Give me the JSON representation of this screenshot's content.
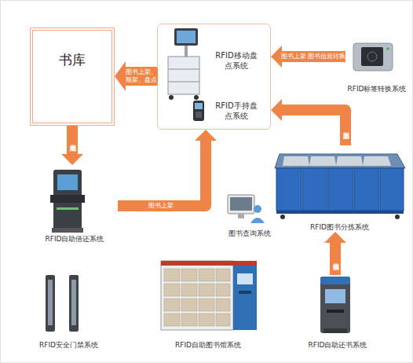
{
  "diagram": {
    "nodes": [
      {
        "text": [
          "书库"
        ]
      },
      {
        "text": []
      },
      {
        "text": [
          "RFID移动盘点系统"
        ],
        "in": 1
      },
      {
        "text": [
          "RFID手持盘点系统"
        ],
        "in": 1
      },
      {
        "text": [
          "RFID标签转换系统"
        ]
      },
      {
        "text": [
          "RFID自助借还系统"
        ]
      },
      {
        "text": [
          "图书查询系统"
        ]
      },
      {
        "text": [
          "RFID图书分拣系统"
        ]
      },
      {
        "text": [
          "RFID安全门禁系统"
        ]
      },
      {
        "text": [
          "RFID自助图书馆系统"
        ]
      },
      {
        "text": [
          "RFID自助还书系统"
        ]
      }
    ],
    "edges": [
      {
        "from": 1,
        "to": 0,
        "label": "图书上架、顺架、盘点",
        "arrow": "to"
      },
      {
        "from": 4,
        "to": 1,
        "label": "图书上架",
        "arrow": "to"
      },
      {
        "from": 0,
        "to": 5,
        "label": "图书借阅",
        "arrow": "to"
      },
      {
        "from": 5,
        "to": 1,
        "label": "图书上架",
        "arrow": "to"
      },
      {
        "from": 7,
        "to": 1,
        "label": "图书上架",
        "arrow": "to"
      },
      {
        "from": 10,
        "to": 7,
        "label": "图书分拣",
        "arrow": "to"
      }
    ],
    "labels": [
      "图书信息转换"
    ]
  }
}
